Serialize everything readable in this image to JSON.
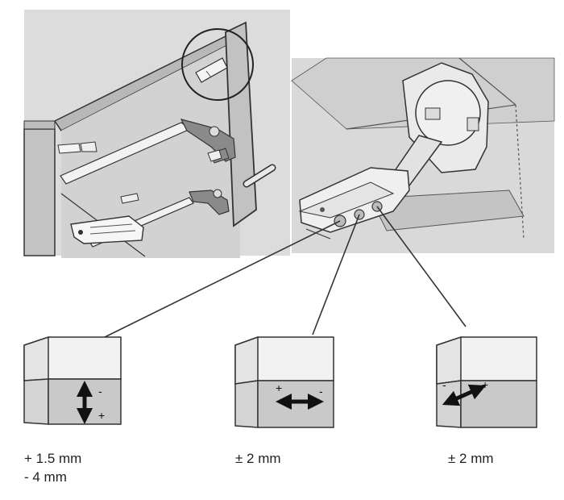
{
  "labels": {
    "height": {
      "line1": "+ 1.5 mm",
      "line2": "- 4 mm"
    },
    "side": "± 2 mm",
    "depth": "± 2 mm"
  },
  "signs": {
    "plus": "+",
    "minus": "-"
  },
  "colors": {
    "background": "#ffffff",
    "panel_gray": "#dcdcdc",
    "door_gray": "#c9c9c9",
    "line": "#3a3a3a",
    "arrow": "#111111"
  },
  "icons": [
    "vertical-double-arrow-icon",
    "horizontal-double-arrow-icon",
    "diagonal-double-arrow-icon"
  ]
}
